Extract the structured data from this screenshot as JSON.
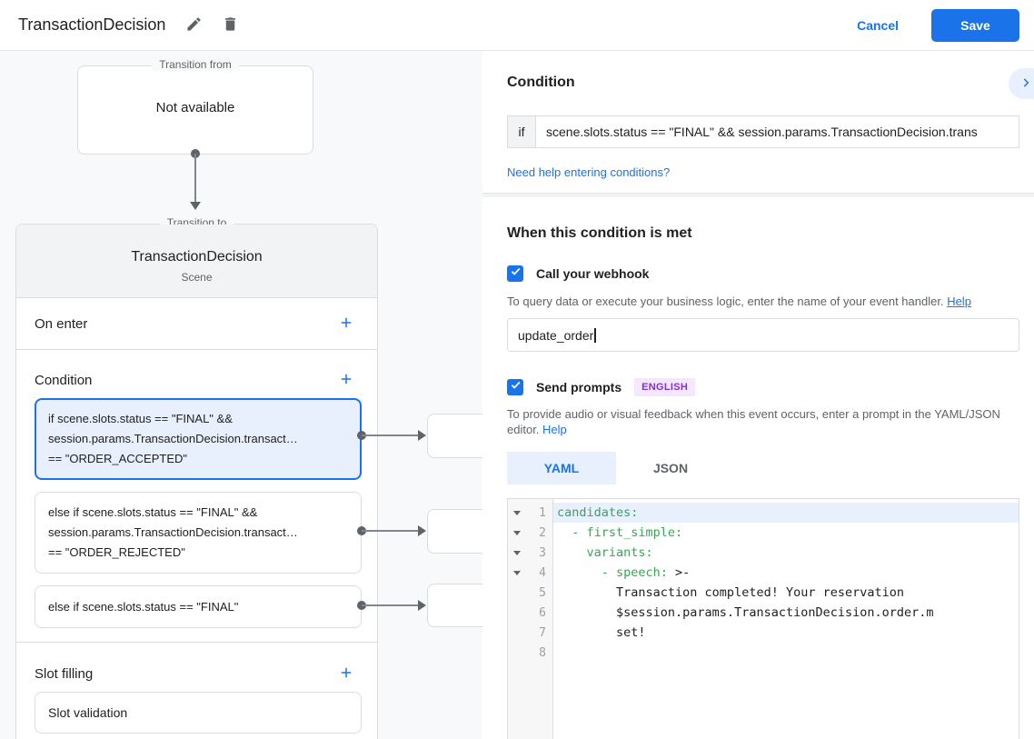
{
  "header": {
    "title": "TransactionDecision",
    "cancel_label": "Cancel",
    "save_label": "Save"
  },
  "canvas": {
    "transition_from": {
      "label": "Transition from",
      "content": "Not available"
    },
    "transition_to": {
      "label": "Transition to",
      "title": "TransactionDecision",
      "subtitle": "Scene",
      "on_enter_label": "On enter",
      "condition_label": "Condition",
      "slot_filling_label": "Slot filling",
      "slot_validation_label": "Slot validation",
      "conditions": [
        {
          "lines": [
            "if scene.slots.status == \"FINAL\" &&",
            "session.params.TransactionDecision.transact…",
            "== \"ORDER_ACCEPTED\""
          ]
        },
        {
          "lines": [
            "else if scene.slots.status == \"FINAL\" &&",
            "session.params.TransactionDecision.transact…",
            "== \"ORDER_REJECTED\""
          ]
        },
        {
          "lines": [
            "else if scene.slots.status == \"FINAL\""
          ]
        }
      ]
    }
  },
  "panel": {
    "condition_title": "Condition",
    "if_label": "if",
    "if_value": "scene.slots.status == \"FINAL\" && session.params.TransactionDecision.trans",
    "conditions_help_link": "Need help entering conditions?",
    "when_title": "When this condition is met",
    "webhook": {
      "label": "Call your webhook",
      "description": "To query data or execute your business logic, enter the name of your event handler. ",
      "help_label": "Help",
      "value": "update_order"
    },
    "prompts": {
      "label": "Send prompts",
      "badge": "ENGLISH",
      "description": "To provide audio or visual feedback when this event occurs, enter a prompt in the YAML/JSON editor. ",
      "help_label": "Help",
      "yaml_tab": "YAML",
      "json_tab": "JSON"
    },
    "editor": {
      "lines": [
        {
          "num": "1",
          "green": "candidates:",
          "plain": ""
        },
        {
          "num": "2",
          "green": "  - first_simple:",
          "plain": ""
        },
        {
          "num": "3",
          "green": "    variants:",
          "plain": ""
        },
        {
          "num": "4",
          "green": "      - speech:",
          "plain": " >-"
        },
        {
          "num": "5",
          "green": "",
          "plain": "        Transaction completed! Your reservation"
        },
        {
          "num": "6",
          "green": "",
          "plain": "        $session.params.TransactionDecision.order.m"
        },
        {
          "num": "7",
          "green": "",
          "plain": "        set!"
        },
        {
          "num": "8",
          "green": "",
          "plain": ""
        }
      ]
    }
  },
  "colors": {
    "accent_blue": "#1a73e8",
    "selected_card_bg": "#e8f0fe",
    "badge_bg": "#f3e8fd",
    "badge_text": "#8430ce",
    "code_green": "#34a853"
  }
}
